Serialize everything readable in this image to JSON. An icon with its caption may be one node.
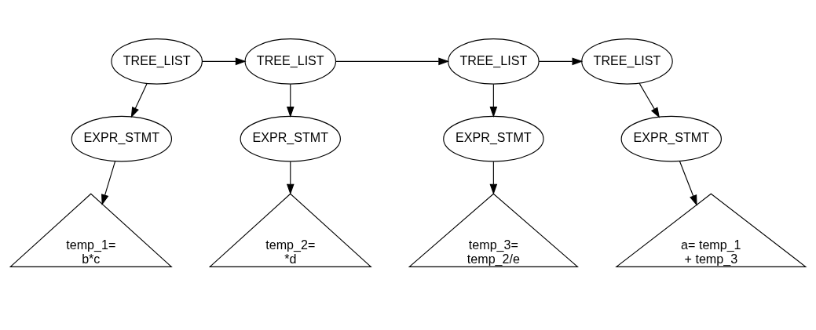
{
  "diagram": {
    "nodes": [
      {
        "text": [
          "TREE_LIST"
        ]
      },
      {
        "text": [
          "TREE_LIST"
        ]
      },
      {
        "text": [
          "TREE_LIST"
        ]
      },
      {
        "text": [
          "TREE_LIST"
        ]
      },
      {
        "text": [
          "EXPR_STMT"
        ]
      },
      {
        "text": [
          "EXPR_STMT"
        ]
      },
      {
        "text": [
          "EXPR_STMT"
        ]
      },
      {
        "text": [
          "EXPR_STMT"
        ]
      },
      {
        "text": [
          "temp_1= b*c"
        ]
      },
      {
        "text": [
          "temp_2= *d"
        ]
      },
      {
        "text": [
          "temp_3= temp_2/e"
        ]
      },
      {
        "text": [
          "a= temp_1 + temp_3"
        ]
      }
    ],
    "edges": [
      {
        "from": 0,
        "to": 1,
        "arrow": "to"
      },
      {
        "from": 1,
        "to": 2,
        "arrow": "to"
      },
      {
        "from": 2,
        "to": 3,
        "arrow": "to"
      },
      {
        "from": 0,
        "to": 4,
        "arrow": "to"
      },
      {
        "from": 1,
        "to": 5,
        "arrow": "to"
      },
      {
        "from": 2,
        "to": 6,
        "arrow": "to"
      },
      {
        "from": 3,
        "to": 7,
        "arrow": "to"
      },
      {
        "from": 4,
        "to": 8,
        "arrow": "to"
      },
      {
        "from": 5,
        "to": 9,
        "arrow": "to"
      },
      {
        "from": 6,
        "to": 10,
        "arrow": "to"
      },
      {
        "from": 7,
        "to": 11,
        "arrow": "to"
      }
    ]
  }
}
